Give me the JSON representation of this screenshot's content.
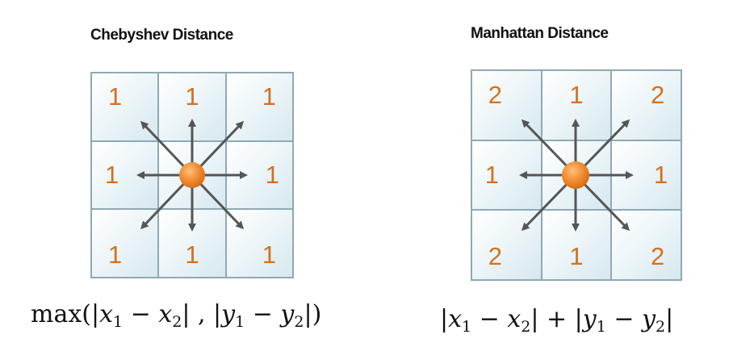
{
  "panels": [
    {
      "title": "Chebyshev Distance",
      "cells": [
        "1",
        "1",
        "1",
        "1",
        "",
        "1",
        "1",
        "1",
        "1"
      ],
      "formula": {
        "op": "max",
        "x1": "x",
        "s1": "1",
        "x2": "x",
        "s2": "2",
        "y1": "y",
        "t1": "1",
        "y2": "y",
        "t2": "2"
      }
    },
    {
      "title": "Manhattan Distance",
      "cells": [
        "2",
        "1",
        "2",
        "1",
        "",
        "1",
        "2",
        "1",
        "2"
      ],
      "formula": {
        "x1": "x",
        "s1": "1",
        "x2": "x",
        "s2": "2",
        "y1": "y",
        "t1": "1",
        "y2": "y",
        "t2": "2"
      }
    }
  ],
  "colors": {
    "grid_line": "#8fa9b3",
    "number": "#d2711e",
    "center_dot": "#f08a2e",
    "arrow": "#555555"
  }
}
